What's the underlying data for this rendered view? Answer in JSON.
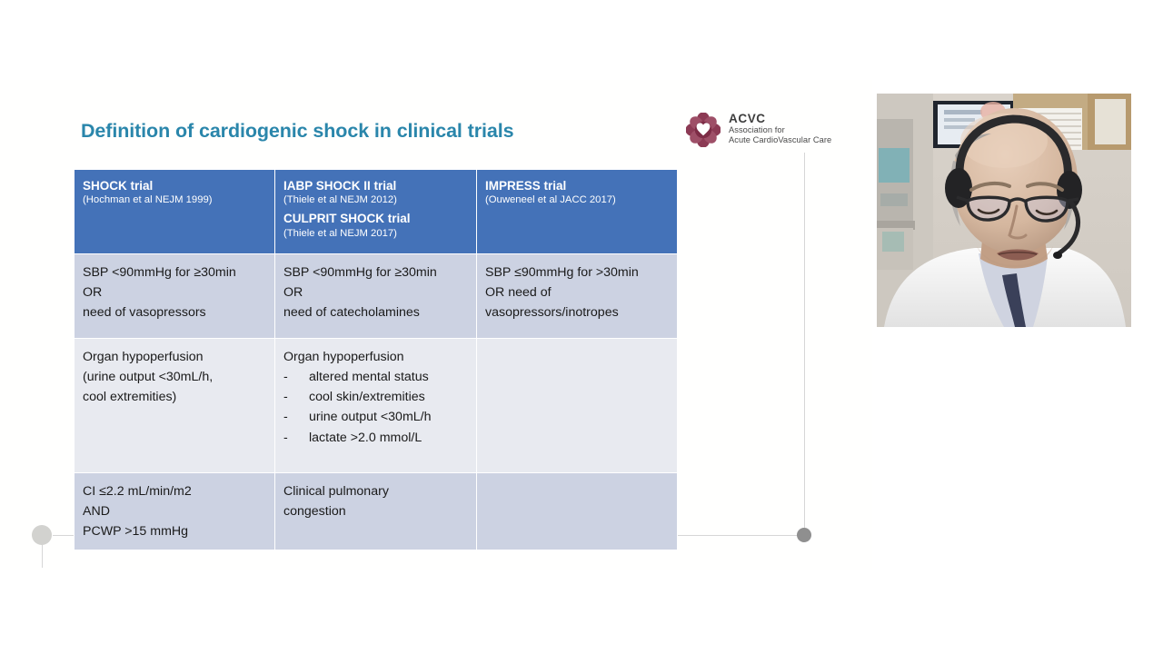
{
  "slide": {
    "title": "Definition of cardiogenic shock in clinical trials",
    "logo": {
      "mark": "acvc-flower-heart-icon",
      "acronym": "ACVC",
      "line1": "Association for",
      "line2": "Acute CardioVascular Care",
      "mark_color": "#7d2c46",
      "petal_color": "#a0536b"
    },
    "colors": {
      "title": "#2a86ab",
      "header_blue": "#4472b8",
      "row_shade_dark": "#ccd2e2",
      "row_shade_light": "#e8eaf0",
      "connector_gray": "#d6d6d6"
    }
  },
  "table": {
    "columns": [
      {
        "name": "SHOCK trial",
        "ref": "(Hochman et al NEJM 1999)",
        "name2": "",
        "ref2": ""
      },
      {
        "name": "IABP SHOCK II trial",
        "ref": "(Thiele et al NEJM 2012)",
        "name2": "CULPRIT SHOCK trial",
        "ref2": "(Thiele et al NEJM 2017)"
      },
      {
        "name": "IMPRESS trial",
        "ref": "(Ouweneel et al JACC 2017)",
        "name2": "",
        "ref2": ""
      }
    ],
    "rows": [
      {
        "shade": "dark",
        "cells": [
          {
            "lines": [
              "SBP <90mmHg for ≥30min",
              "OR",
              "need of vasopressors"
            ],
            "bullets": []
          },
          {
            "lines": [
              "SBP <90mmHg for ≥30min",
              "OR",
              "need of catecholamines"
            ],
            "bullets": []
          },
          {
            "lines": [
              "SBP ≤90mmHg for >30min",
              "OR need of",
              "vasopressors/inotropes"
            ],
            "bullets": []
          }
        ]
      },
      {
        "shade": "light",
        "cells": [
          {
            "lines": [
              "Organ hypoperfusion",
              "(urine output <30mL/h,",
              "cool extremities)"
            ],
            "bullets": []
          },
          {
            "lines": [
              "Organ hypoperfusion"
            ],
            "bullets": [
              "altered mental status",
              "cool skin/extremities",
              "urine output <30mL/h",
              "lactate >2.0 mmol/L"
            ],
            "bullet_marker": "-"
          },
          {
            "lines": [],
            "bullets": []
          }
        ]
      },
      {
        "shade": "dark",
        "cells": [
          {
            "lines": [
              "CI ≤2.2 mL/min/m2",
              "AND",
              "PCWP >15 mmHg"
            ],
            "bullets": []
          },
          {
            "lines": [
              "Clinical pulmonary",
              "congestion"
            ],
            "bullets": []
          },
          {
            "lines": [],
            "bullets": []
          }
        ]
      }
    ]
  },
  "webcam": {
    "label": "presenter-video-feed",
    "description": "Presenter wearing headset seated in office"
  }
}
